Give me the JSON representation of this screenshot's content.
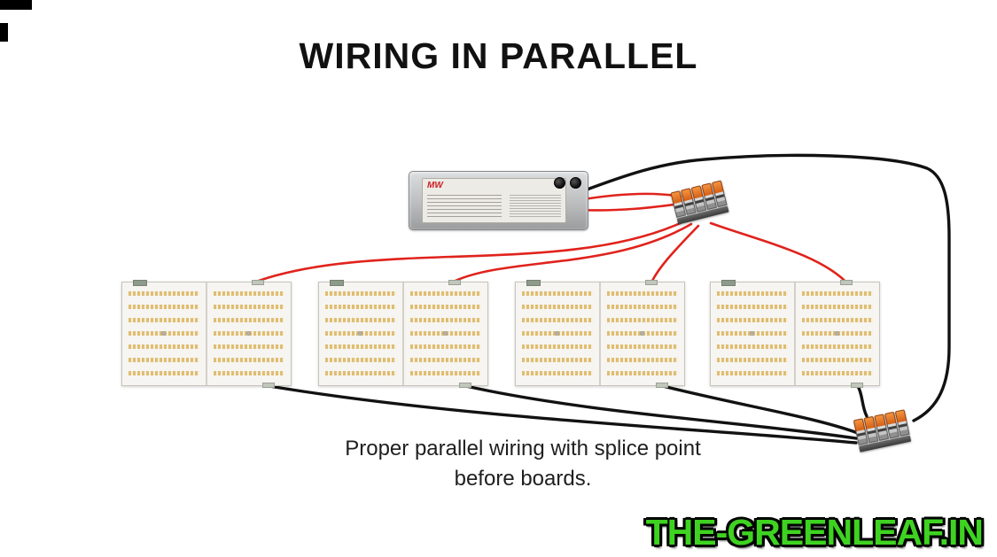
{
  "title": "WIRING IN PARALLEL",
  "caption": {
    "line1": "Proper parallel wiring with splice point",
    "line2": "before boards."
  },
  "watermark": "THE-GREENLEAF.IN",
  "driver": {
    "logo_text": "MW"
  },
  "splices": {
    "top": {
      "connector_count": 5
    },
    "bottom": {
      "connector_count": 5
    }
  },
  "boards": {
    "count": 4
  },
  "wires": {
    "red_color": "#e0231c",
    "black_color": "#121212",
    "red_paths": [
      "M 652,226 C 695,219 735,216 768,222",
      "M 652,237 C 700,239 738,234 768,230",
      "M 772,250 C 640,312 430,270 292,317",
      "M 780,253 C 690,305 575,290 514,317",
      "M 788,255 C 756,288 744,302 736,317",
      "M 802,252 C 858,272 928,288 958,322"
    ],
    "black_paths": [
      "M 657,216 C 705,198 745,184 795,180 C 885,172 1002,174 1046,190 C 1066,199 1071,228 1071,268 L 1071,392 C 1071,434 1059,461 1031,475",
      "M 304,436 C 520,472 790,484 966,500",
      "M 526,436 C 665,467 845,477 966,495",
      "M 748,436 C 845,460 915,470 968,489",
      "M 968,436 C 974,447 972,458 978,470"
    ]
  }
}
